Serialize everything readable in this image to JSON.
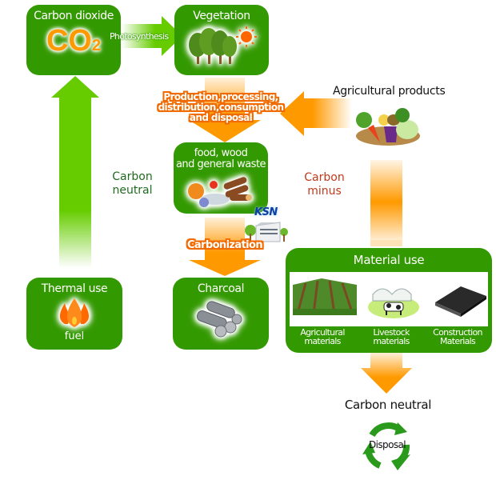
{
  "nodes": {
    "carbon_dioxide": {
      "title": "Carbon dioxide",
      "formula_main": "CO",
      "formula_sub": "2"
    },
    "vegetation": {
      "title": "Vegetation"
    },
    "waste": {
      "title_line1": "food, wood",
      "title_line2": "and general waste"
    },
    "thermal_use": {
      "title": "Thermal use",
      "subtitle": "fuel"
    },
    "charcoal": {
      "title": "Charcoal"
    },
    "material_use": {
      "title": "Material use",
      "items": [
        {
          "line1": "Agricultural",
          "line2": "materials"
        },
        {
          "line1": "Livestock",
          "line2": "materials"
        },
        {
          "line1": "Construction",
          "line2": "Materials"
        }
      ]
    },
    "disposal": {
      "label": "Disposal"
    }
  },
  "arrows": {
    "photosynthesis": "Photosynthesis",
    "production": {
      "line1": "Production,processing,",
      "line2": "distribution,consumption",
      "line3": "and disposal"
    },
    "carbonization": "Carbonization"
  },
  "labels": {
    "agricultural_products": "Agricultural products",
    "carbon_neutral_left": {
      "line1": "Carbon",
      "line2": "neutral"
    },
    "carbon_minus": {
      "line1": "Carbon",
      "line2": "minus"
    },
    "carbon_neutral_bottom": "Carbon neutral",
    "ksn_logo": "KSN"
  },
  "colors": {
    "box_green": "#339900",
    "arrow_green": "#66cc00",
    "arrow_orange": "#ff9900",
    "label_orange": "#f06a00",
    "carbon_minus_red": "#c0391b",
    "carbon_neutral_green": "#1f6b1f"
  }
}
